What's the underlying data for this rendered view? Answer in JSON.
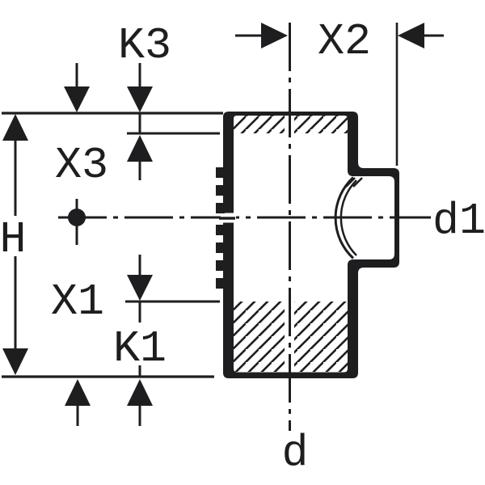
{
  "diagram": {
    "description": "Pipe branch fitting section drawing with dimension annotations",
    "labels": {
      "k3": "K3",
      "x2": "X2",
      "x3": "X3",
      "h": "H",
      "x1": "X1",
      "k1": "K1",
      "d": "d",
      "d1": "d1"
    },
    "colors": {
      "ink": "#1e1e20",
      "background": "#ffffff"
    }
  }
}
